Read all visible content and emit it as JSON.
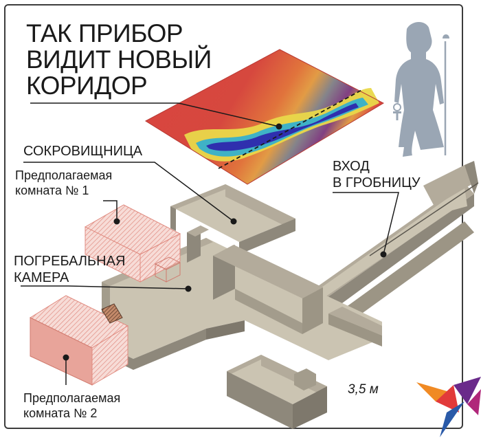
{
  "title": {
    "line1": "ТАК ПРИБОР",
    "line2": "ВИДИТ НОВЫЙ",
    "line3": "КОРИДОР"
  },
  "labels": {
    "treasury": "СОКРОВИЩНИЦА",
    "entrance_line1": "ВХОД",
    "entrance_line2": "В ГРОБНИЦУ",
    "room1_line1": "Предполагаемая",
    "room1_line2": "комната № 1",
    "burial_line1": "ПОГРЕБАЛЬНАЯ",
    "burial_line2": "КАМЕРА",
    "room2_line1": "Предполагаемая",
    "room2_line2": "комната № 2",
    "scale": "3,5 м"
  },
  "colors": {
    "wall_top": "#b3ab9b",
    "wall_side": "#8e887b",
    "floor": "#cbc4b2",
    "hypothetical_room": "#e8a49a",
    "scan_hot": "#d9453f",
    "scan_cold": "#3a3ab8",
    "figure": "#9aa6b4"
  },
  "icons": {
    "pharaoh": "pharaoh-silhouette-icon",
    "logo": "bird-logo-icon"
  }
}
